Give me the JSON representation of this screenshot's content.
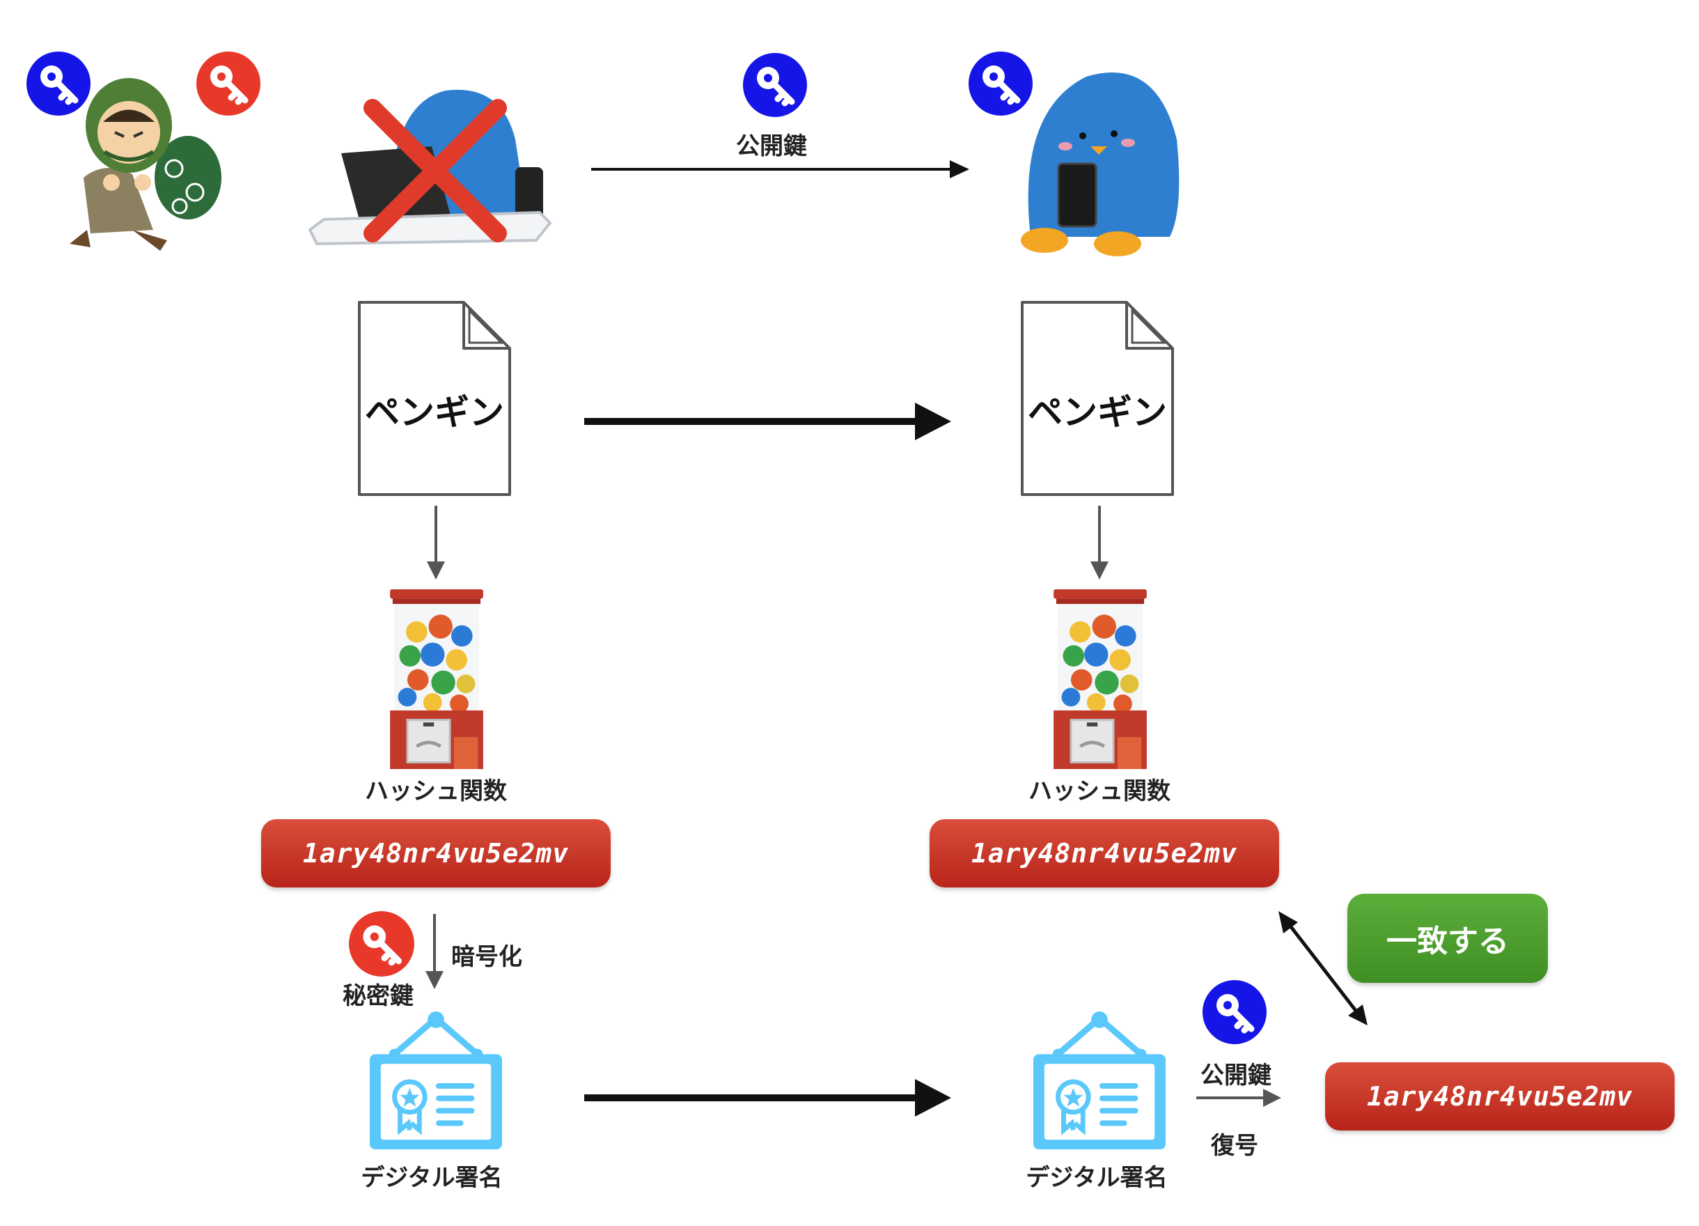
{
  "labels": {
    "public_key_top": "公開鍵",
    "document_left": "ペンギン",
    "document_right": "ペンギン",
    "hash_function_left": "ハッシュ関数",
    "hash_function_right": "ハッシュ関数",
    "encrypt": "暗号化",
    "private_key": "秘密鍵",
    "signature_left": "デジタル署名",
    "signature_right": "デジタル署名",
    "public_key_bottom": "公開鍵",
    "decrypt": "復号"
  },
  "hash_values": {
    "left": "1ary48nr4vu5e2mv",
    "right": "1ary48nr4vu5e2mv",
    "decrypted": "1ary48nr4vu5e2mv"
  },
  "match_label": "一致する",
  "colors": {
    "public_key": "#1515e8",
    "private_key": "#e8382a",
    "hash_box": "#c4321f",
    "match_box": "#4c9e2e",
    "certificate": "#5ac8fa",
    "penguin": "#2f7fd0",
    "cross": "#e03a2a"
  },
  "icons": {
    "public_key": "key-icon-blue",
    "private_key": "key-icon-red",
    "thief": "thief-icon",
    "penguin_compromised": "penguin-laptop-icon",
    "penguin_receiver": "penguin-phone-icon",
    "document": "document-icon",
    "hash_machine": "gumball-machine-icon",
    "signature": "certificate-icon"
  }
}
